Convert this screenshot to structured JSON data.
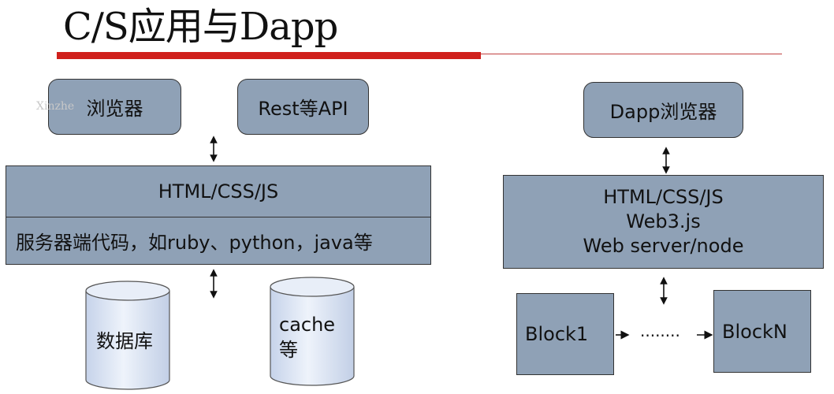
{
  "slide": {
    "title": "C/S应用与Dapp",
    "watermark": "Xinzhe"
  },
  "left": {
    "browser_label": "浏览器",
    "rest_api_label": "Rest等API",
    "html_css_js_label": "HTML/CSS/JS",
    "server_code_label": "服务器端代码，如ruby、python，java等",
    "database_label": "数据库",
    "cache_label_line1": "cache",
    "cache_label_line2": "等"
  },
  "right": {
    "dapp_browser_label": "Dapp浏览器",
    "stack_line1": "HTML/CSS/JS",
    "stack_line2": "Web3.js",
    "stack_line3": "Web server/node",
    "block1_label": "Block1",
    "blockn_label": "BlockN",
    "ellipsis": "........"
  },
  "colors": {
    "box_fill": "#8fa1b6",
    "title_bar": "#d0201c",
    "cylinder_fill": "#dde6f4"
  }
}
